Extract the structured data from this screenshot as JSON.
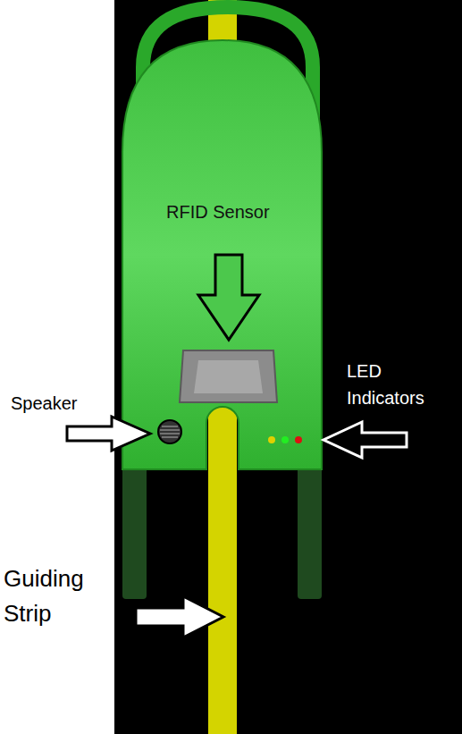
{
  "diagram": {
    "labels": [
      "RFID Sensor",
      "Speaker",
      "LED Indicators",
      "Guiding Strip"
    ]
  }
}
